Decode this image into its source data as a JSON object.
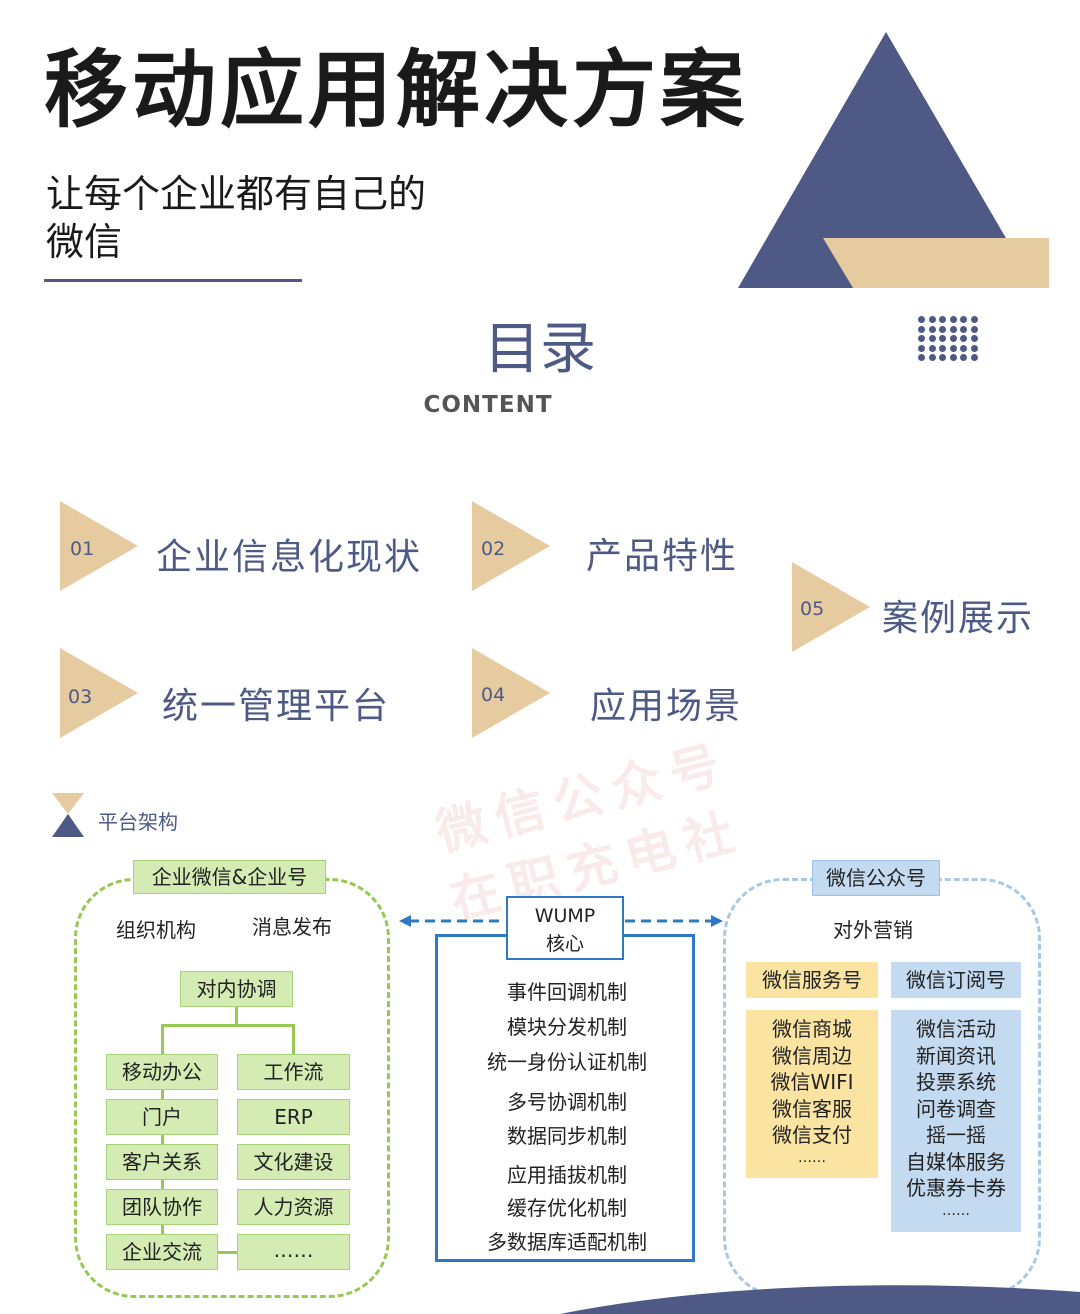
{
  "header": {
    "title": "移动应用解决方案",
    "subtitle_line1": "让每个企业都有自己的",
    "subtitle_line2": "微信"
  },
  "toc": {
    "title": "目录",
    "subtitle": "CONTENT",
    "items": [
      {
        "num": "01",
        "label": "企业信息化现状"
      },
      {
        "num": "02",
        "label": "产品特性"
      },
      {
        "num": "03",
        "label": "统一管理平台"
      },
      {
        "num": "04",
        "label": "应用场景"
      },
      {
        "num": "05",
        "label": "案例展示"
      }
    ]
  },
  "watermark": {
    "line1": "微信公众号",
    "line2": "在职充电社"
  },
  "platform": {
    "label": "平台架构",
    "left": {
      "header": "企业微信&企业号",
      "top_left": "组织机构",
      "top_right": "消息发布",
      "center": "对内协调",
      "col1": [
        "移动办公",
        "门户",
        "客户关系",
        "团队协作",
        "企业交流"
      ],
      "col2": [
        "工作流",
        "ERP",
        "文化建设",
        "人力资源",
        "……"
      ]
    },
    "center": {
      "header_line1": "WUMP",
      "header_line2": "核心",
      "mechanisms": [
        "事件回调机制",
        "模块分发机制",
        "统一身份认证机制",
        "多号协调机制",
        "数据同步机制",
        "应用插拔机制",
        "缓存优化机制",
        "多数据库适配机制"
      ]
    },
    "right": {
      "header": "微信公众号",
      "subheader": "对外营销",
      "service_title": "微信服务号",
      "subscribe_title": "微信订阅号",
      "service_items": [
        "微信商城",
        "微信周边",
        "微信WIFI",
        "微信客服",
        "微信支付",
        "……"
      ],
      "subscribe_items": [
        "微信活动",
        "新闻资讯",
        "投票系统",
        "问卷调查",
        "摇一摇",
        "自媒体服务",
        "优惠券卡券",
        "……"
      ]
    }
  },
  "colors": {
    "navy": "#4e5a85",
    "tan": "#e7cba0",
    "green": "#96c853",
    "blue": "#2f78c8",
    "light_blue": "#a9c8e8"
  }
}
